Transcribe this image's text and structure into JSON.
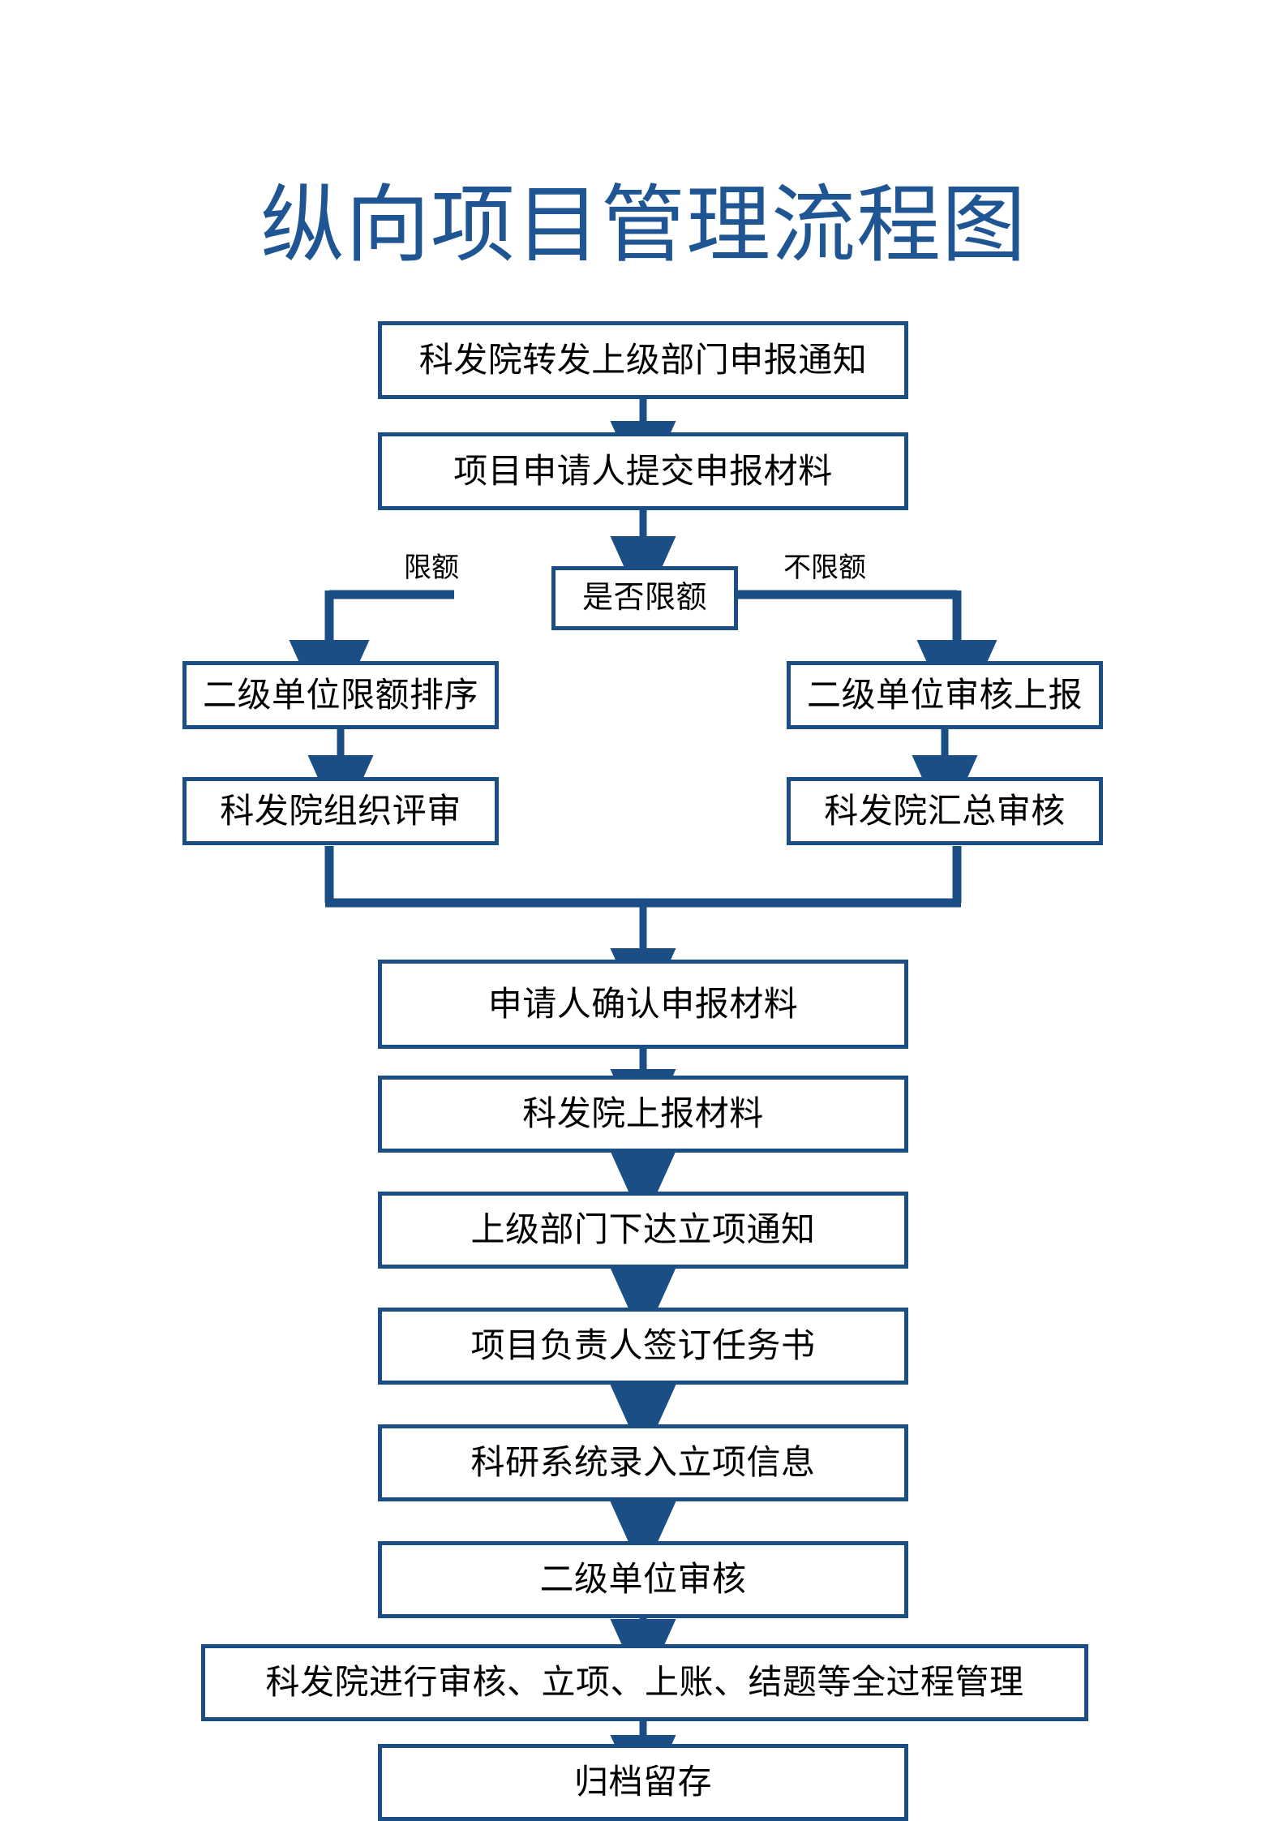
{
  "page": {
    "title": "纵向项目管理流程图",
    "background_color": "#FFFFFF",
    "title_color": "#1F5592",
    "node_border_color": "#1C4E86",
    "connector_color": "#1C4E86",
    "node_fill_color": "#FFFFFF",
    "node_text_color": "#000000"
  },
  "chart_data": {
    "type": "diagram",
    "diagram_kind": "flowchart",
    "title": "纵向项目管理流程图",
    "orientation": "top-to-bottom",
    "nodes": [
      {
        "id": "n1",
        "shape": "process",
        "label": "科发院转发上级部门申报通知"
      },
      {
        "id": "n2",
        "shape": "process",
        "label": "项目申请人提交申报材料"
      },
      {
        "id": "n3",
        "shape": "decision",
        "label": "是否限额"
      },
      {
        "id": "n4",
        "shape": "process",
        "label": "二级单位限额排序"
      },
      {
        "id": "n5",
        "shape": "process",
        "label": "科发院组织评审"
      },
      {
        "id": "n6",
        "shape": "process",
        "label": "二级单位审核上报"
      },
      {
        "id": "n7",
        "shape": "process",
        "label": "科发院汇总审核"
      },
      {
        "id": "n8",
        "shape": "process",
        "label": "申请人确认申报材料"
      },
      {
        "id": "n9",
        "shape": "process",
        "label": "科发院上报材料"
      },
      {
        "id": "n10",
        "shape": "process",
        "label": "上级部门下达立项通知"
      },
      {
        "id": "n11",
        "shape": "process",
        "label": "项目负责人签订任务书"
      },
      {
        "id": "n12",
        "shape": "process",
        "label": "科研系统录入立项信息"
      },
      {
        "id": "n13",
        "shape": "process",
        "label": "二级单位审核"
      },
      {
        "id": "n14",
        "shape": "process",
        "label": "科发院进行审核、立项、上账、结题等全过程管理"
      },
      {
        "id": "n15",
        "shape": "process",
        "label": "归档留存"
      }
    ],
    "edges": [
      {
        "from": "n1",
        "to": "n2",
        "label": ""
      },
      {
        "from": "n2",
        "to": "n3",
        "label": ""
      },
      {
        "from": "n3",
        "to": "n4",
        "label": "限额"
      },
      {
        "from": "n3",
        "to": "n6",
        "label": "不限额"
      },
      {
        "from": "n4",
        "to": "n5",
        "label": ""
      },
      {
        "from": "n6",
        "to": "n7",
        "label": ""
      },
      {
        "from": "n5",
        "to": "n8",
        "label": ""
      },
      {
        "from": "n7",
        "to": "n8",
        "label": ""
      },
      {
        "from": "n8",
        "to": "n9",
        "label": ""
      },
      {
        "from": "n9",
        "to": "n10",
        "label": ""
      },
      {
        "from": "n10",
        "to": "n11",
        "label": ""
      },
      {
        "from": "n11",
        "to": "n12",
        "label": ""
      },
      {
        "from": "n12",
        "to": "n13",
        "label": ""
      },
      {
        "from": "n13",
        "to": "n14",
        "label": ""
      },
      {
        "from": "n14",
        "to": "n15",
        "label": ""
      }
    ],
    "branch_labels": {
      "left": "限额",
      "right": "不限额"
    }
  }
}
